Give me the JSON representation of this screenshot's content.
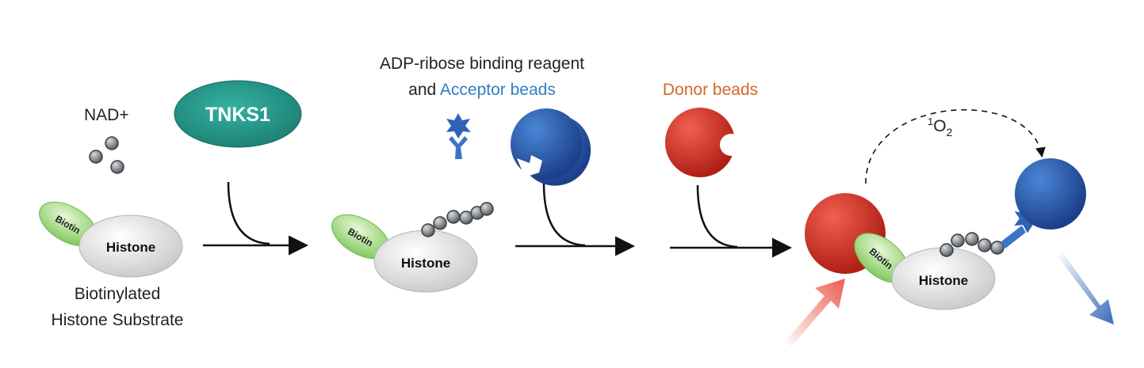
{
  "labels": {
    "nad": "NAD+",
    "enzyme": "TNKS1",
    "reagent_line1": "ADP-ribose binding reagent",
    "reagent_line2_prefix": "and ",
    "reagent_line2_acceptor": "Acceptor beads",
    "donor": "Donor beads",
    "biotin": "Biotin",
    "histone": "Histone",
    "substrate_line1": "Biotinylated",
    "substrate_line2": "Histone Substrate",
    "singlet_oxygen_sup": "1",
    "singlet_oxygen_o": "O",
    "singlet_oxygen_sub": "2"
  },
  "colors": {
    "enzyme": "#2a9d8f",
    "acceptor": "#2e63b8",
    "acceptor_text": "#2f7fc1",
    "donor": "#d93a2b",
    "donor_text": "#d4662a",
    "biotin": "#8fd46a",
    "histone": "#d9d9d9",
    "bead_gray": "#6e7276"
  }
}
